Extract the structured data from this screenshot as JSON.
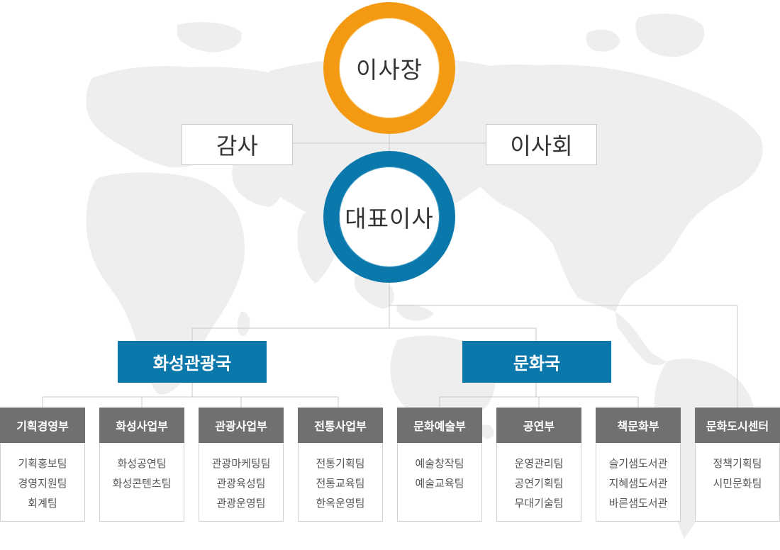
{
  "chairman": "이사장",
  "auditor": "감사",
  "board": "이사회",
  "ceo": "대표이사",
  "divisions": [
    {
      "name": "화성관광국"
    },
    {
      "name": "문화국"
    }
  ],
  "departments": [
    {
      "name": "기획경영부",
      "teams": [
        "기획홍보팀",
        "경영지원팀",
        "회계팀"
      ]
    },
    {
      "name": "화성사업부",
      "teams": [
        "화성공연팀",
        "화성콘텐츠팀"
      ]
    },
    {
      "name": "관광사업부",
      "teams": [
        "관광마케팅팀",
        "관광육성팀",
        "관광운영팀"
      ]
    },
    {
      "name": "전통사업부",
      "teams": [
        "전통기획팀",
        "전통교육팀",
        "한옥운영팀"
      ]
    },
    {
      "name": "문화예술부",
      "teams": [
        "예술창작팀",
        "예술교육팀"
      ]
    },
    {
      "name": "공연부",
      "teams": [
        "운영관리팀",
        "공연기획팀",
        "무대기술팀"
      ]
    },
    {
      "name": "책문화부",
      "teams": [
        "슬기샘도서관",
        "지혜샘도서관",
        "바른샘도서관"
      ]
    },
    {
      "name": "문화도시센터",
      "teams": [
        "정책기획팀",
        "시민문화팀"
      ]
    }
  ],
  "colors": {
    "chair_ring": "#f39a12",
    "ceo_ring": "#0a78aa",
    "division_bg": "#0a78aa",
    "dept_head_bg": "#707070",
    "connector": "#c8c8c8",
    "map": "#eeeeee"
  }
}
